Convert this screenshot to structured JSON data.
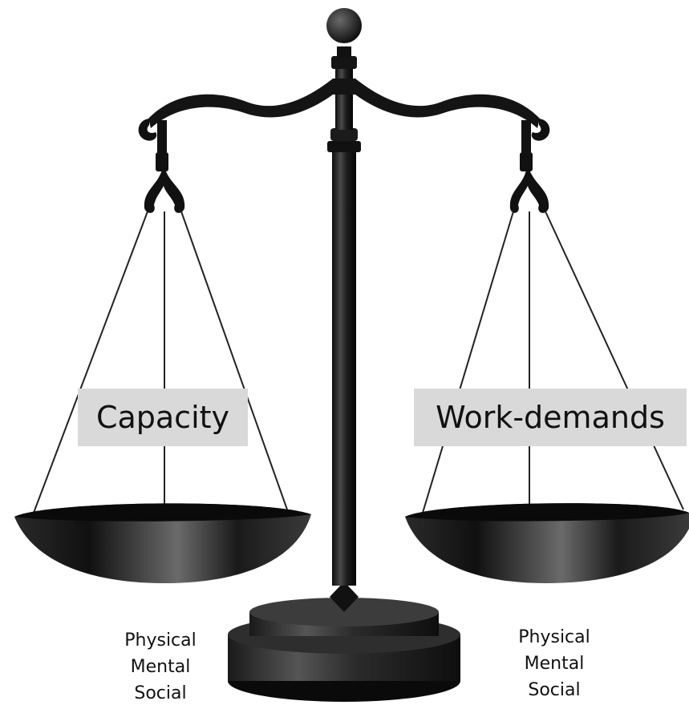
{
  "labels": {
    "left_pan": "Capacity",
    "right_pan": "Work-demands"
  },
  "left_factors": [
    "Physical",
    "Mental",
    "Social"
  ],
  "right_factors": [
    "Physical",
    "Mental",
    "Social"
  ],
  "colors": {
    "label_background": "#d9d9d9",
    "scale": "#151515",
    "text": "#111111",
    "background": "#ffffff"
  }
}
